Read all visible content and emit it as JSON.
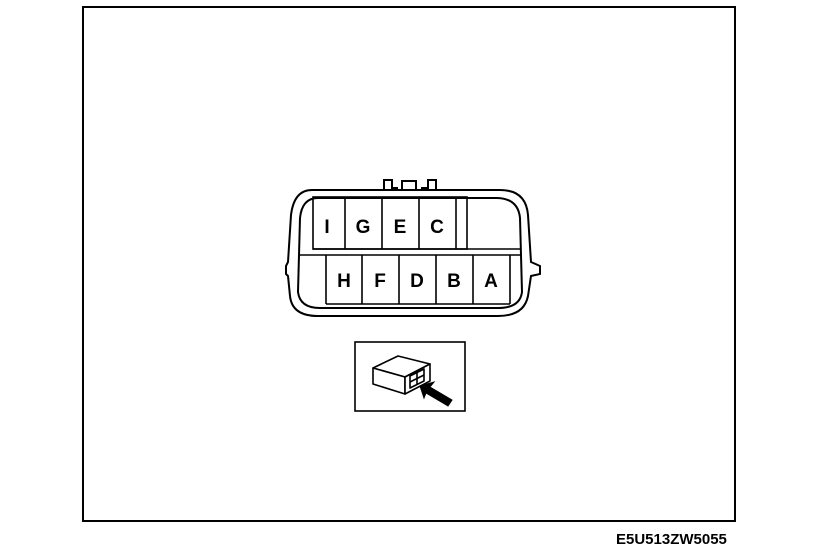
{
  "connector": {
    "top_row": [
      "I",
      "G",
      "E",
      "C",
      ""
    ],
    "bottom_row": [
      "",
      "H",
      "F",
      "D",
      "B",
      "A"
    ]
  },
  "drawing_code": "E5U513ZW5055",
  "icons": {
    "view_hint": "connector-view-arrow-icon"
  }
}
